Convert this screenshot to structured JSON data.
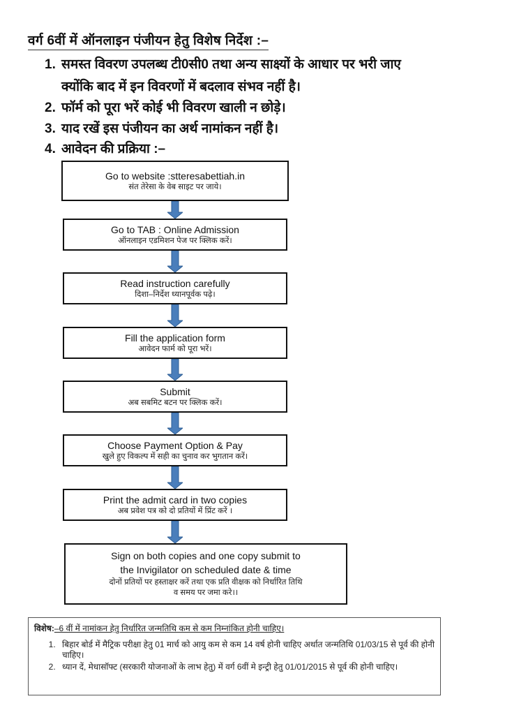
{
  "heading": "वर्ग 6वीं में ऑनलाइन पंजीयन हेतु विशेष निर्देश :–",
  "instructions": [
    {
      "num": "1.",
      "line1": "समस्त विवरण उपलब्ध टी0सी0 तथा अन्य साक्ष्यों के आधार पर भरी जाए",
      "line2": "क्योंकि बाद में इन विवरणों में बदलाव संभव नहीं है।"
    },
    {
      "num": "2.",
      "line1": "फॉर्म को पूरा भरें कोई भी विवरण खाली न छोड़े।"
    },
    {
      "num": "3.",
      "line1": "याद रखें इस पंजीयन का अर्थ नामांकन नहीं है।"
    },
    {
      "num": "4.",
      "line1": "आवेदन की प्रक्रिया :–"
    }
  ],
  "steps": [
    {
      "en": "Go to website :stteresabettiah.in",
      "hi": "संत तेरेसा के वेब साइट पर जाये।"
    },
    {
      "en": "Go to TAB : Online Admission",
      "hi": "ऑनलाइन एडमिशन पेज पर क्लिक करें।"
    },
    {
      "en": "Read instruction carefully",
      "hi": "दिशा–निर्देश ध्यानपूर्वक पढ़े।"
    },
    {
      "en": "Fill the application form",
      "hi": "आवेदन फार्म को पूरा भरें।"
    },
    {
      "en": "Submit",
      "hi": "अब सबमिट बटन पर क्लिक करें।"
    },
    {
      "en": "Choose Payment Option & Pay",
      "hi": "खुले हुए विकल्प में सही का चुनाव कर भुगतान करें।"
    },
    {
      "en": "Print the admit card in two copies",
      "hi": "अब प्रवेश पत्र को दो प्रतियों में प्रिंट करें ।"
    },
    {
      "en": "Sign on both copies and one copy submit to",
      "en2": "the Invigilator on scheduled date & time",
      "hi": "दोनों प्रतियों पर हस्ताक्षर करें तथा एक प्रति वीक्षक को निर्धारित तिथि",
      "hi2": "व समय पर जमा करे।।"
    }
  ],
  "arrow_color": "#4a7ebb",
  "note": {
    "label": "विशेष:",
    "title": "–6 वीं में नामांकन हेतु निर्धारित जन्मतिथि कम से कम निम्नांकित होनी चाहिए।",
    "items": [
      "बिहार बोर्ड में मैट्रिक परीक्षा हेतु 01 मार्च को आयु कम से कम 14 वर्ष होनी चाहिए अर्थात जन्मतिथि 01/03/15 से पूर्व की होनी चाहिए।",
      "ध्यान दें, मेधासॉफ्ट (सरकारी योजनाओं के लाभ हेतु) में वर्ग 6वीं मे इन्ट्री हेतु 01/01/2015 से पूर्व की होनी चाहिए।"
    ]
  }
}
